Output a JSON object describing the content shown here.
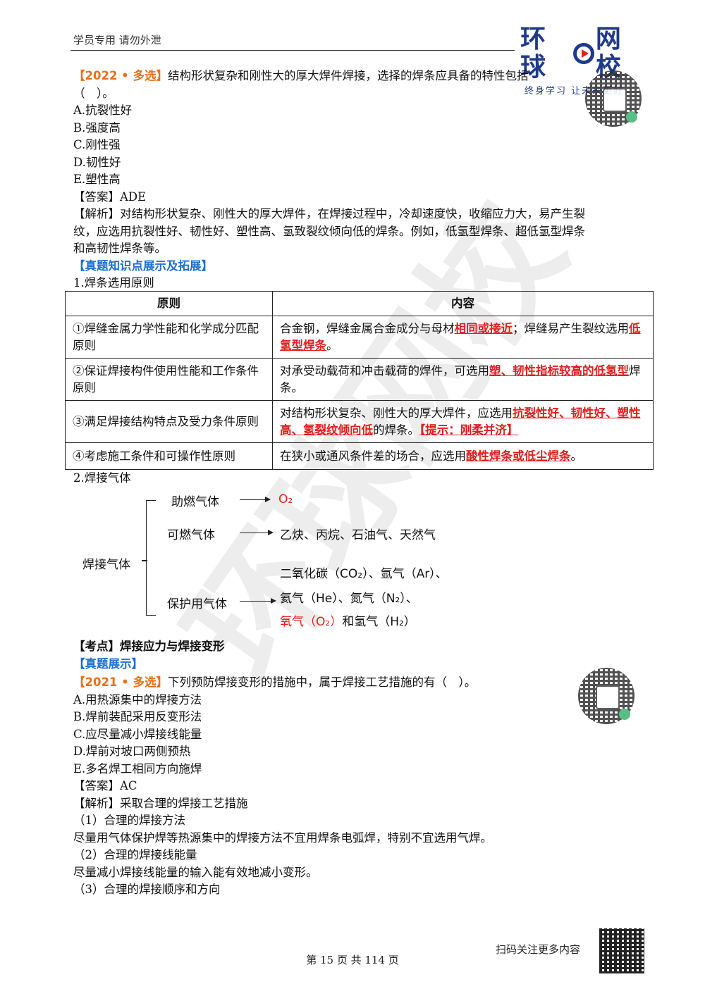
{
  "header": {
    "left_text": "学员专用 请勿外泄",
    "logo_left": "环球",
    "logo_right": "网校",
    "logo_slogan": "终身学习 让未来更好"
  },
  "watermark": "环球网校",
  "q1": {
    "tag": "【2022 • 多选】",
    "stem": "结构形状复杂和刚性大的厚大焊件焊接，选择的焊条应具备的特性包括",
    "blank": "（　）。",
    "options": [
      "A.抗裂性好",
      "B.强度高",
      "C.刚性强",
      "D.韧性好",
      "E.塑性高"
    ],
    "answer": "【答案】ADE",
    "analysis_1": "【解析】对结构形状复杂、刚性大的厚大焊件，在焊接过程中，冷却速度快，收缩应力大，易产生裂",
    "analysis_2": "纹，应选用抗裂性好、韧性好、塑性高、氢致裂纹倾向低的焊条。例如，低氢型焊条、超低氢型焊条",
    "analysis_3": "和高韧性焊条等。"
  },
  "section1": {
    "title": "【真题知识点展示及拓展】",
    "sub1": "1.焊条选用原则",
    "table_headers": [
      "原则",
      "内容"
    ],
    "rows": [
      {
        "principle": "①焊缝金属力学性能和化学成分匹配原则",
        "c_a": "合金钢，焊缝金属合金成分与母材",
        "c_red1": "相同或接近",
        "c_b": "；焊缝易产生裂纹选用",
        "c_red2": "低氢型焊条",
        "c_c": "。"
      },
      {
        "principle": "②保证焊接构件使用性能和工作条件原则",
        "c_a": "对承受动载荷和冲击载荷的焊件，可选用",
        "c_red1": "塑、韧性指标较高的低氢型",
        "c_b": "焊条。"
      },
      {
        "principle": "③满足焊接结构特点及受力条件原则",
        "c_a": "对结构形状复杂、刚性大的厚大焊件，应选用",
        "c_red1": "抗裂性好、韧性好、塑性高、氢裂纹倾向低",
        "c_b": "的焊条。",
        "c_red2": "【提示：刚柔并济】"
      },
      {
        "principle": "④考虑施工条件和可操作性原则",
        "c_a": "在狭小或通风条件差的场合，应选用",
        "c_red1": "酸性焊条或低尘焊条",
        "c_b": "。"
      }
    ],
    "sub2": "2.焊接气体"
  },
  "gas_diagram": {
    "root": "焊接气体",
    "support_label": "助燃气体",
    "support_value": "O₂",
    "fuel_label": "可燃气体",
    "fuel_value": "乙炔、丙烷、石油气、天然气",
    "shield_label": "保护用气体",
    "shield_line1": "二氧化碳（CO₂）、氩气（Ar）、",
    "shield_line2": "氦气（He）、氮气（N₂）、",
    "shield_line3_red": "氧气（O₂）",
    "shield_line3_rest": "和氢气（H₂）"
  },
  "section2": {
    "kaodian": "【考点】焊接应力与焊接变形",
    "zhenti": "【真题展示】",
    "q2_tag": "【2021 • 多选】",
    "q2_stem": "下列预防焊接变形的措施中，属于焊接工艺措施的有（　）。",
    "q2_options": [
      "A.用热源集中的焊接方法",
      "B.焊前装配采用反变形法",
      "C.应尽量减小焊接线能量",
      "D.焊前对坡口两侧预热",
      "E.多名焊工相同方向施焊"
    ],
    "q2_answer": "【答案】AC",
    "q2_analysis": "【解析】采取合理的焊接工艺措施",
    "p1_title": "（1）合理的焊接方法",
    "p1_text": "尽量用气体保护焊等热源集中的焊接方法不宜用焊条电弧焊，特别不宜选用气焊。",
    "p2_title": "（2）合理的焊接线能量",
    "p2_text": "尽量减小焊接线能量的输入能有效地减小变形。",
    "p3_title": "（3）合理的焊接顺序和方向"
  },
  "footer": {
    "qr_text": "扫码关注更多内容",
    "page": "第 15 页 共 114 页"
  }
}
